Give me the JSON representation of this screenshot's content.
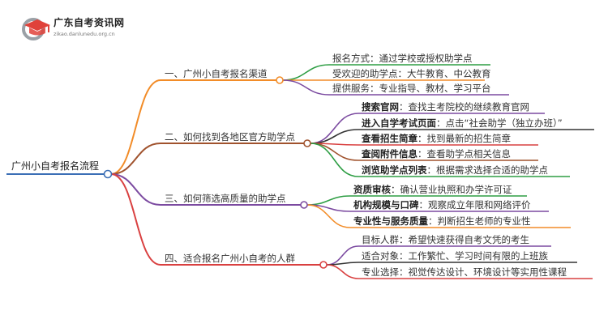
{
  "logo": {
    "title": "广东自考资讯网",
    "subtitle": "zikao.danlunedu.org.cn",
    "colors": {
      "red": "#e0423a",
      "gray": "#9aa0a6"
    }
  },
  "mindmap": {
    "root": "广州小自考报名流程",
    "colors": {
      "orange": "#f28c28",
      "brown": "#a0522d",
      "purple": "#7b4aa0",
      "red": "#d94040",
      "green": "#2e9e44",
      "dark": "#333333",
      "root_line": "#3b6fb6"
    },
    "branches": [
      {
        "label": "一、广州小自考报名渠道",
        "color": "#f28c28",
        "children": [
          {
            "prefix": "报名方式",
            "bold": false,
            "text": "通过学校或授权助学点",
            "color": "#2e9e44"
          },
          {
            "prefix": "受欢迎的助学点",
            "bold": false,
            "text": "大牛教育、中公教育",
            "color": "#f28c28"
          },
          {
            "prefix": "提供服务",
            "bold": false,
            "text": "专业指导、教材、学习平台",
            "color": "#7b4aa0"
          }
        ]
      },
      {
        "label": "二、如何找到各地区官方助学点",
        "color": "#a0522d",
        "children": [
          {
            "prefix": "搜索官网",
            "bold": true,
            "text": "查找主考院校的继续教育官网",
            "color": "#7b4aa0"
          },
          {
            "prefix": "进入自学考试页面",
            "bold": true,
            "text": "点击“社会助学（独立办班）”",
            "color": "#333333"
          },
          {
            "prefix": "查看招生简章",
            "bold": true,
            "text": "找到最新的招生简章",
            "color": "#d94040"
          },
          {
            "prefix": "查阅附件信息",
            "bold": true,
            "text": "查看助学点相关信息",
            "color": "#a0522d"
          },
          {
            "prefix": "浏览助学点列表",
            "bold": true,
            "text": "根据需求选择合适的助学点",
            "color": "#2e9e44"
          }
        ]
      },
      {
        "label": "三、如何筛选高质量的助学点",
        "color": "#7b4aa0",
        "children": [
          {
            "prefix": "资质审核",
            "bold": true,
            "text": "确认营业执照和办学许可证",
            "color": "#2e9e44"
          },
          {
            "prefix": "机构规模与口碑",
            "bold": true,
            "text": "观察成立年限和网络评价",
            "color": "#7b4aa0"
          },
          {
            "prefix": "专业性与服务质量",
            "bold": true,
            "text": "判断招生老师的专业性",
            "color": "#f28c28"
          }
        ]
      },
      {
        "label": "四、适合报名广州小自考的人群",
        "color": "#d94040",
        "children": [
          {
            "prefix": "目标人群",
            "bold": false,
            "text": "希望快速获得自考文凭的考生",
            "color": "#7b4aa0"
          },
          {
            "prefix": "适合对象",
            "bold": false,
            "text": "工作繁忙、学习时间有限的上班族",
            "color": "#333333"
          },
          {
            "prefix": "专业选择",
            "bold": false,
            "text": "视觉传达设计、环境设计等实用性课程",
            "color": "#d94040"
          }
        ]
      }
    ]
  }
}
